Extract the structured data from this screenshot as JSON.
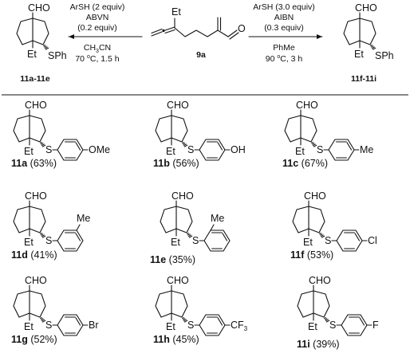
{
  "atoms": {
    "cho": "CHO",
    "et": "Et",
    "sph": "SPh",
    "s": "S",
    "o": "O",
    "ome": "OMe",
    "oh": "OH",
    "me": "Me",
    "cl": "Cl",
    "br": "Br",
    "cf3_main": "CF",
    "cf3_sub": "3",
    "f": "F"
  },
  "scheme": {
    "starting_material_label": "9a",
    "left_product_label": "11a-11e",
    "right_product_label": "11f-11i",
    "left_conditions": {
      "reagent": "ArSH (2 equiv)",
      "initiator": "ABVN",
      "initiator_amount": "(0.2 equiv)",
      "solvent_main": "CH",
      "solvent_sub": "3",
      "solvent_end": "CN",
      "temp_time_a": "70 ",
      "temp_sup": "o",
      "temp_time_b": "C, 1.5 h"
    },
    "right_conditions": {
      "reagent": "ArSH (3.0 equiv)",
      "initiator": "AIBN",
      "initiator_amount": "(0.3 equiv)",
      "solvent": "PhMe",
      "temp_time_a": "90 ",
      "temp_sup": "o",
      "temp_time_b": "C, 3 h"
    }
  },
  "products": [
    {
      "id": "11a",
      "yield": "(63%)",
      "aryl": "4-OMe"
    },
    {
      "id": "11b",
      "yield": "(56%)",
      "aryl": "4-OH"
    },
    {
      "id": "11c",
      "yield": "(67%)",
      "aryl": "4-Me"
    },
    {
      "id": "11d",
      "yield": "(41%)",
      "aryl": "3-Me"
    },
    {
      "id": "11e",
      "yield": "(35%)",
      "aryl": "2-Me"
    },
    {
      "id": "11f",
      "yield": "(53%)",
      "aryl": "4-Cl"
    },
    {
      "id": "11g",
      "yield": "(52%)",
      "aryl": "4-Br"
    },
    {
      "id": "11h",
      "yield": "(45%)",
      "aryl": "4-CF3"
    },
    {
      "id": "11i",
      "yield": "(39%)",
      "aryl": "4-F"
    }
  ]
}
